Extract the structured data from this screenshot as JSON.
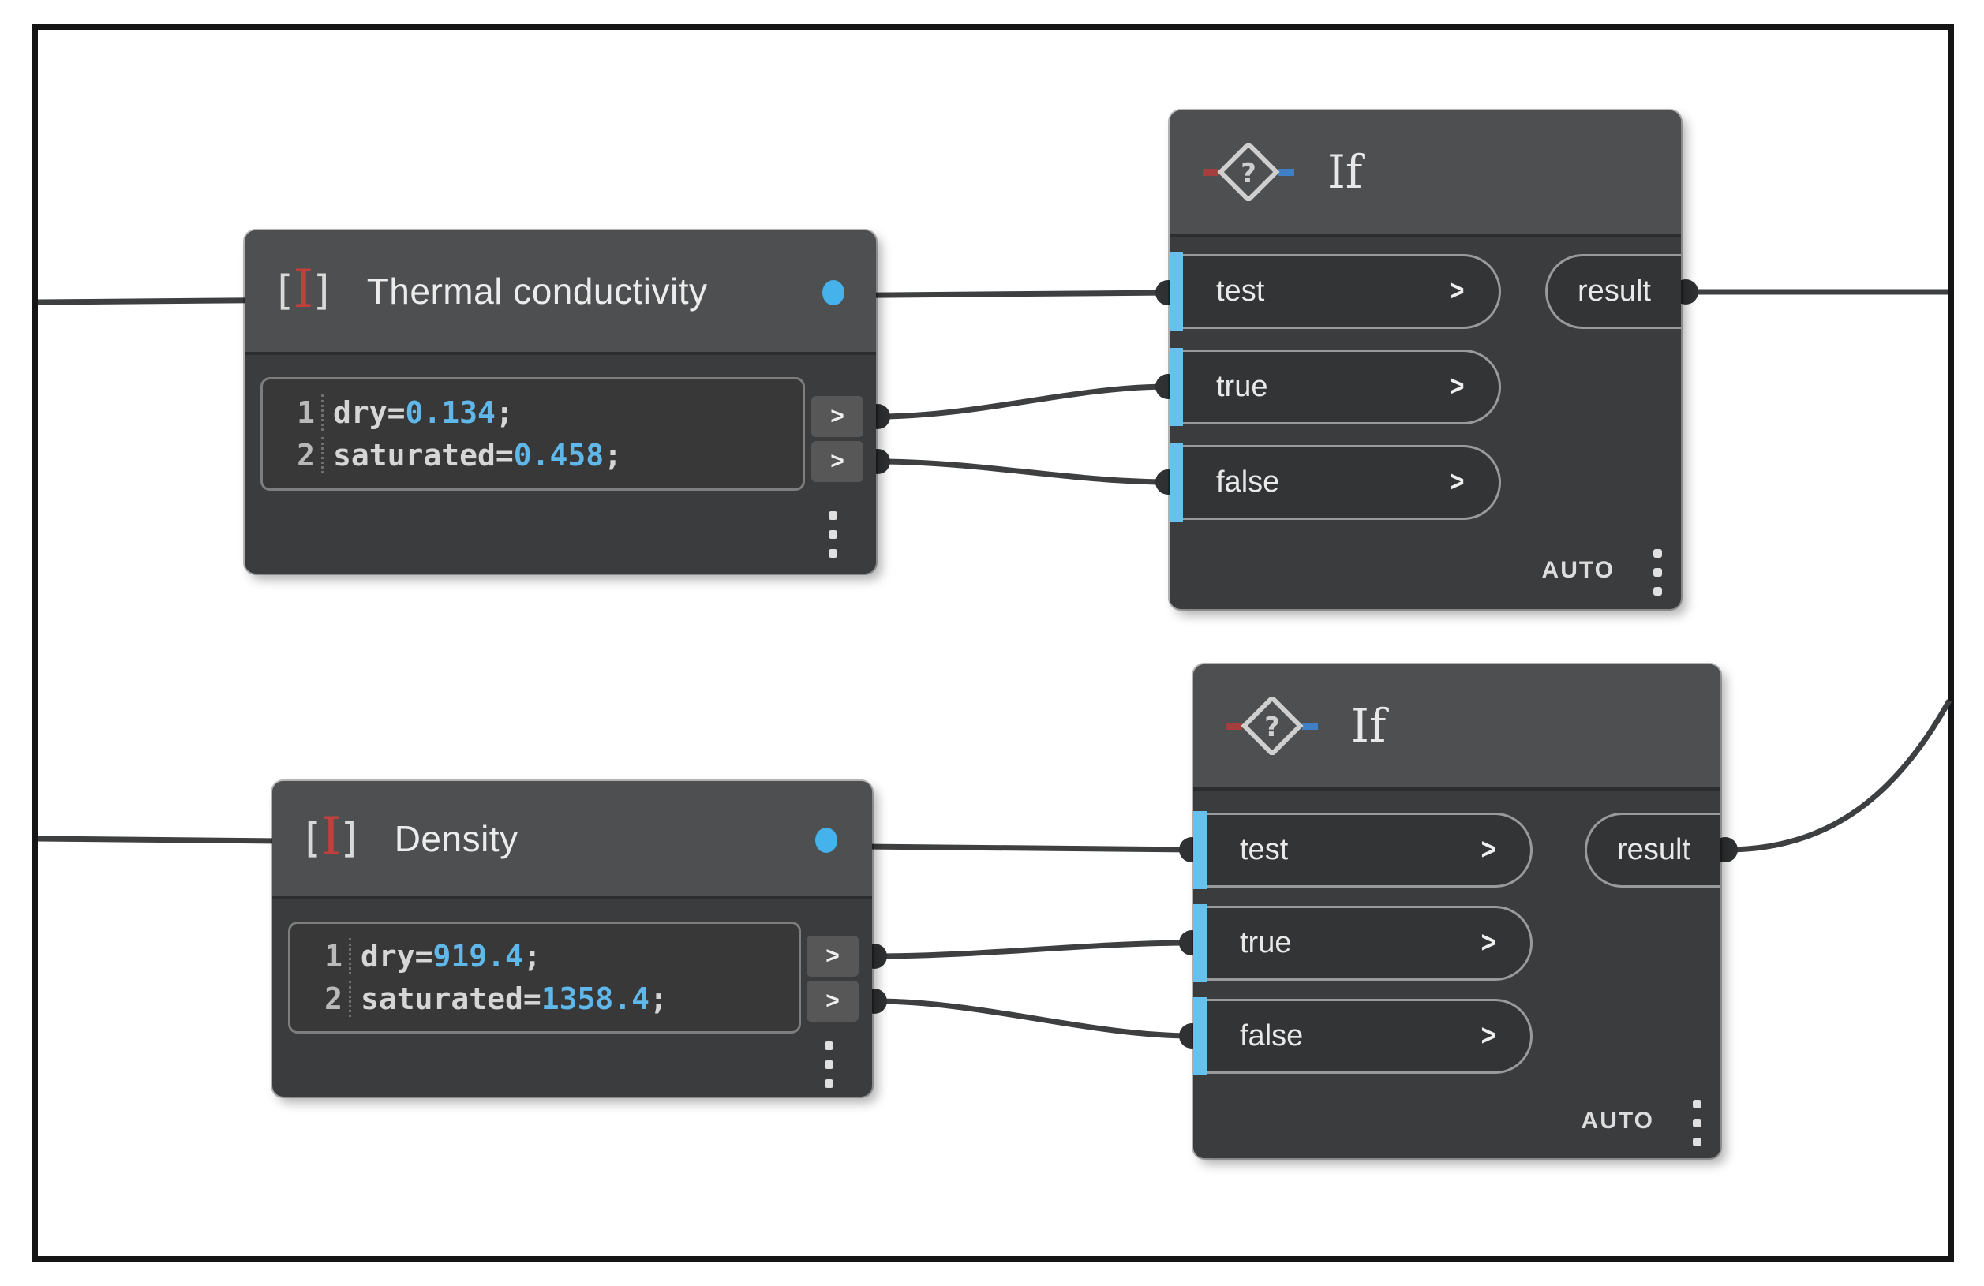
{
  "frame": {
    "border_color": "#151515",
    "background": "#ffffff"
  },
  "palette": {
    "node_body": "#3a3c3d",
    "node_header": "#4d4f50",
    "pill_fill": "#333435",
    "pill_border": "#9a9a9a",
    "port_bar_blue": "#67c1ef",
    "wire": "#3d3f40",
    "code_value_blue": "#5fb7ea",
    "code_text": "#d6d6d6",
    "accent_red": "#c1403e",
    "preview_dot_blue": "#45b2ec"
  },
  "icons": {
    "code_block_left_bracket": "[",
    "code_block_ibeam": "I",
    "code_block_right_bracket": "]",
    "if_question_mark": "?",
    "output_chevron": ">",
    "port_chevron": ">"
  },
  "nodes": {
    "thermal": {
      "title": "Thermal conductivity",
      "lines": [
        {
          "num": "1",
          "lhs": "dry=",
          "value": "0.134",
          "end": ";"
        },
        {
          "num": "2",
          "lhs": "saturated=",
          "value": "0.458",
          "end": ";"
        }
      ]
    },
    "if_top": {
      "title": "If",
      "inputs": [
        {
          "label": "test"
        },
        {
          "label": "true"
        },
        {
          "label": "false"
        }
      ],
      "output": {
        "label": "result"
      },
      "lacing": "AUTO"
    },
    "density": {
      "title": "Density",
      "lines": [
        {
          "num": "1",
          "lhs": "dry=",
          "value": "919.4",
          "end": ";"
        },
        {
          "num": "2",
          "lhs": "saturated=",
          "value": "1358.4",
          "end": ";"
        }
      ]
    },
    "if_bottom": {
      "title": "If",
      "inputs": [
        {
          "label": "test"
        },
        {
          "label": "true"
        },
        {
          "label": "false"
        }
      ],
      "output": {
        "label": "result"
      },
      "lacing": "AUTO"
    }
  }
}
